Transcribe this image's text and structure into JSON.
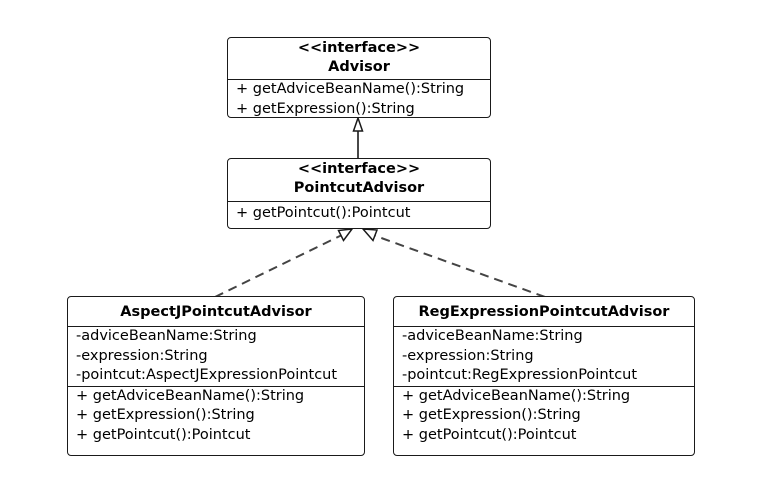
{
  "classes": {
    "advisor": {
      "stereotype": "<<interface>>",
      "name": "Advisor",
      "methods": [
        "+ getAdviceBeanName():String",
        "+ getExpression():String"
      ]
    },
    "pointcut_advisor": {
      "stereotype": "<<interface>>",
      "name": "PointcutAdvisor",
      "methods": [
        "+ getPointcut():Pointcut"
      ]
    },
    "aspectj": {
      "name": "AspectJPointcutAdvisor",
      "attributes": [
        "-adviceBeanName:String",
        "-expression:String",
        "-pointcut:AspectJExpressionPointcut"
      ],
      "methods": [
        "+ getAdviceBeanName():String",
        "+ getExpression():String",
        "+ getPointcut():Pointcut"
      ]
    },
    "regexp": {
      "name": "RegExpressionPointcutAdvisor",
      "attributes": [
        "-adviceBeanName:String",
        "-expression:String",
        "-pointcut:RegExpressionPointcut"
      ],
      "methods": [
        "+ getAdviceBeanName():String",
        "+ getExpression():String",
        "+ getPointcut():Pointcut"
      ]
    }
  },
  "relations": [
    {
      "from": "PointcutAdvisor",
      "to": "Advisor",
      "kind": "generalization"
    },
    {
      "from": "AspectJPointcutAdvisor",
      "to": "PointcutAdvisor",
      "kind": "realization"
    },
    {
      "from": "RegExpressionPointcutAdvisor",
      "to": "PointcutAdvisor",
      "kind": "realization"
    }
  ]
}
